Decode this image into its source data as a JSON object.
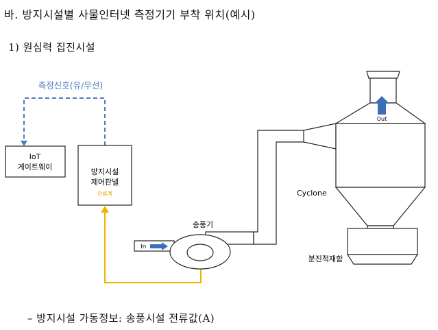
{
  "document": {
    "heading": "바. 방지시설별 사물인터넷 측정기기 부착 위치(예시)",
    "subheading": "1) 원심력 집진시설",
    "footnote": "– 방지시설 가동정보: 송풍시설 전류값(A)"
  },
  "diagram": {
    "signal_label": "측정신호(유/무선)",
    "iot_gateway": {
      "line1": "IoT",
      "line2": "게이트웨이"
    },
    "control_panel": {
      "line1": "방지시설",
      "line2": "제어판넬",
      "meter": "전류계"
    },
    "blower_label": "송풍기",
    "inlet_label": "In",
    "outlet_label": "Out",
    "cyclone_label": "Cyclone",
    "dust_box_label": "분진적재함",
    "colors": {
      "signal": "#4a7bbf",
      "current": "#f0b400",
      "arrow": "#3d6fb6",
      "meter_text": "#e6a100"
    }
  }
}
